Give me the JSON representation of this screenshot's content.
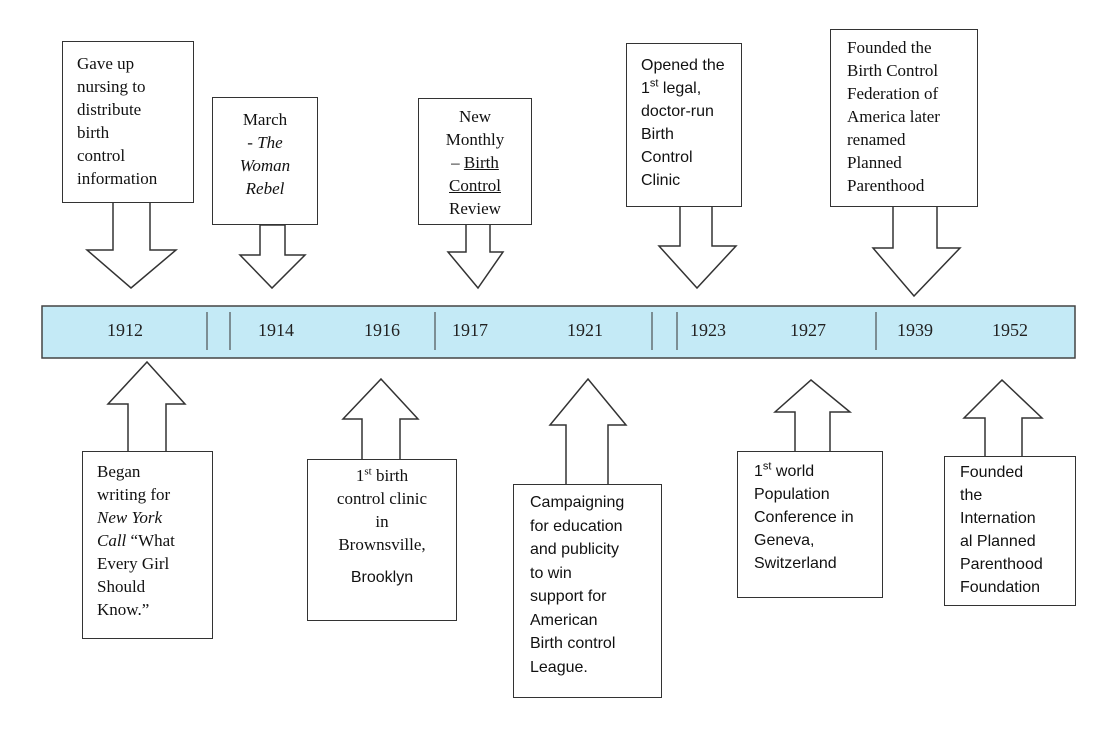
{
  "colors": {
    "bar_fill": "#c4eaf6",
    "bar_stroke": "#444444",
    "box_border": "#333333"
  },
  "years": [
    "1912",
    "1914",
    "1916",
    "1917",
    "1921",
    "1923",
    "1927",
    "1939",
    "1952"
  ],
  "events_above": {
    "e1912": {
      "l1": "Gave up",
      "l2": "nursing to",
      "l3": "distribute",
      "l4": "birth",
      "l5": "control",
      "l6": "information"
    },
    "e1914": {
      "l1": "March",
      "l2": "- The",
      "l3": "Woman",
      "l4": "Rebel"
    },
    "e1917": {
      "l1": "New",
      "l2": "Monthly",
      "l3a": "– ",
      "l3b": "Birth",
      "l4": "Control",
      "l5": "Review"
    },
    "e1923": {
      "l1": "Opened the",
      "l2a": "1",
      "l2b": "st",
      "l2c": " legal,",
      "l3": "doctor-run",
      "l4": "Birth",
      "l5": "Control",
      "l6": "Clinic"
    },
    "e1939": {
      "l1": "Founded the",
      "l2": "Birth Control",
      "l3": "Federation of",
      "l4": "America later",
      "l5": "renamed",
      "l6": "Planned",
      "l7": "Parenthood"
    }
  },
  "events_below": {
    "e1912": {
      "l1": "Began",
      "l2": "writing for",
      "l3": "New York",
      "l4a": "Call",
      "l4b": " “What",
      "l5": "Every Girl",
      "l6": "Should",
      "l7": "Know.”"
    },
    "e1916": {
      "l1a": "1",
      "l1b": "st",
      "l1c": " birth",
      "l2": "control clinic",
      "l3": "in",
      "l4": "Brownsville,",
      "l5": "Brooklyn"
    },
    "e1921": {
      "l1": "Campaigning",
      "l2": "for education",
      "l3": "and publicity",
      "l4": "to win",
      "l5": "support for",
      "l6": "American",
      "l7": "Birth control",
      "l8": "League."
    },
    "e1927": {
      "l1a": "1",
      "l1b": "st",
      "l1c": " world",
      "l2": "Population",
      "l3": "Conference in",
      "l4": "Geneva,",
      "l5": "Switzerland"
    },
    "e1952": {
      "l1": "Founded",
      "l2": "the",
      "l3": "Internation",
      "l4": "al Planned",
      "l5": "Parenthood",
      "l6": "Foundation"
    }
  }
}
